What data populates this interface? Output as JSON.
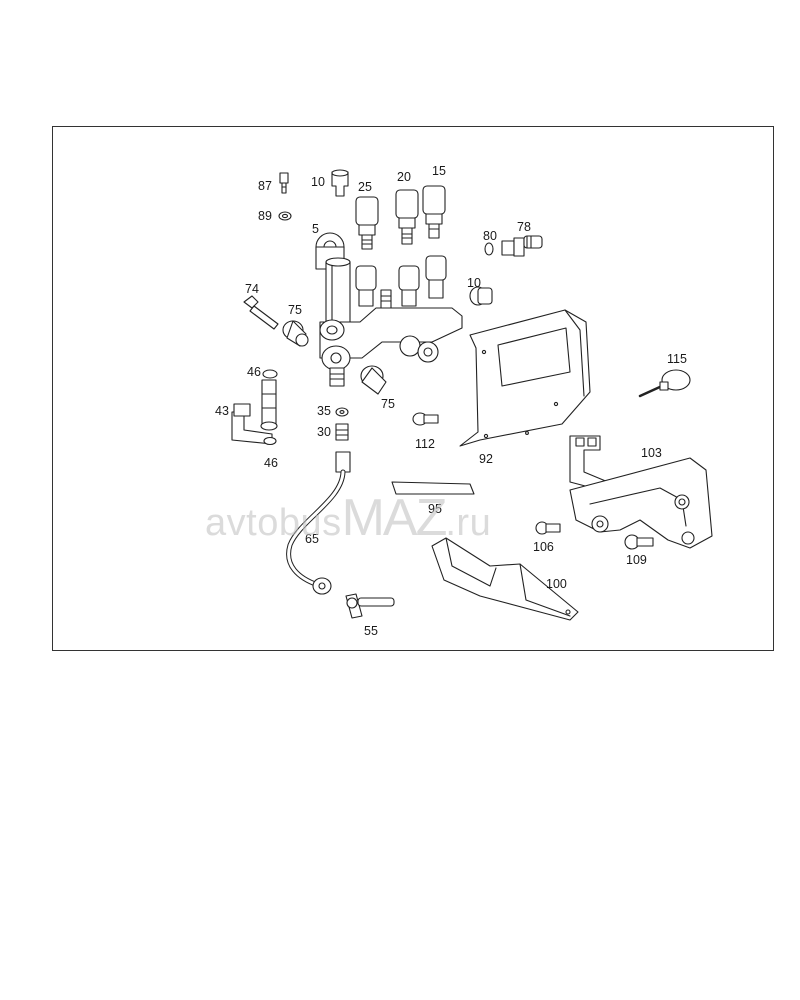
{
  "watermark": {
    "prefix": "avtobus",
    "brand": "MAZ",
    "suffix": ".ru"
  },
  "part_labels": {
    "p87": "87",
    "p89": "89",
    "p10a": "10",
    "p25": "25",
    "p20": "20",
    "p15": "15",
    "p5": "5",
    "p80": "80",
    "p78": "78",
    "p10b": "10",
    "p74": "74",
    "p75a": "75",
    "p115": "115",
    "p46a": "46",
    "p43": "43",
    "p46b": "46",
    "p35": "35",
    "p30": "30",
    "p75b": "75",
    "p112": "112",
    "p92": "92",
    "p103": "103",
    "p95": "95",
    "p65": "65",
    "p106": "106",
    "p109": "109",
    "p100": "100",
    "p55": "55"
  }
}
